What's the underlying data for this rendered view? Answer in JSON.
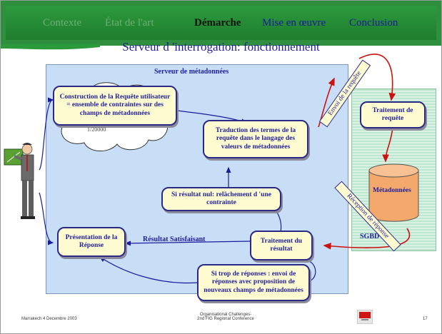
{
  "nav": {
    "contexte": "Contexte",
    "etat": "État de l'art",
    "demarche": "Démarche",
    "mise": "Mise en œuvre",
    "conclusion": "Conclusion"
  },
  "slide_title": "Serveur d 'interrogation: fonctionnement",
  "panel_title": "Serveur de métadonnées",
  "boxes": {
    "construction": "Construction de la Requête utilisateur = ensemble de contraintes sur des champs de métadonnées",
    "traduction": "Traduction des termes de la requête dans le langage des valeurs de métadonnées",
    "relachement": "Si résultat nul: relâchement d 'une contrainte",
    "traitement_resultat": "Traitement du résultat",
    "presentation": "Présentation de la Réponse",
    "trop": "Si trop de réponses : envoi de réponses avec proposition de nouveaux champs de métadonnées",
    "traitement_requete": "Traitement de requête"
  },
  "labels": {
    "scale": "1/20000",
    "resultat_satisfaisant": "Résultat Satisfaisant",
    "sgbd": "SGBD",
    "metadonnees": "Métadonnées",
    "envoi": "Envoi de la requête",
    "reception": "Réception de réponse"
  },
  "footer": {
    "left": "Marrakech 4 Decembre 2003",
    "center_line1": "Organisational Challenges-",
    "center_line2": "2nd FIG Regional Conference",
    "page": "17"
  },
  "colors": {
    "header_green": "#2a9a3a",
    "panel_blue": "#c8def6",
    "box_fill": "#fffbd0",
    "arrow_blue": "#1a1aa0",
    "arrow_red": "#cc1111",
    "cylinder": "#f2a96b"
  }
}
